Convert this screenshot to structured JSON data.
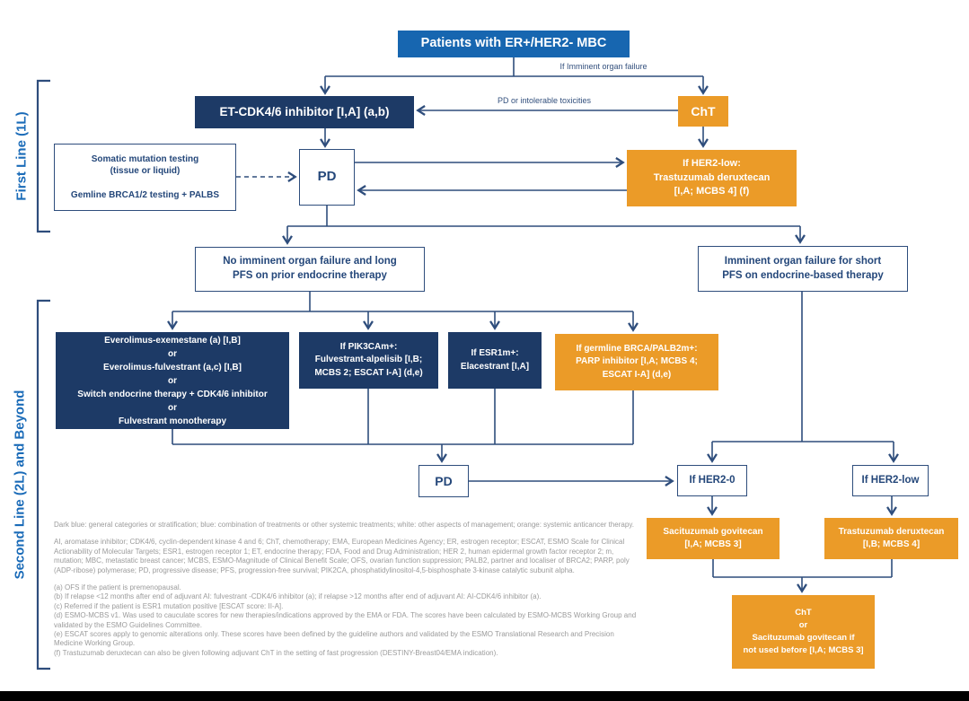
{
  "boxes": {
    "patients": "Patients with ER+/HER2- MBC",
    "et_cdk": "ET-CDK4/6 inhibitor [I,A] (a,b)",
    "cht": "ChT",
    "somatic": "Somatic mutation testing\n(tissue or liquid)\n\nGemline BRCA1/2 testing + PALBS",
    "pd1": "PD",
    "tdxd_1l": "If HER2-low:\nTrastuzumab deruxtecan\n[I,A; MCBS 4] (f)",
    "no_imminent": "No imminent organ failure and long\nPFS on prior endocrine therapy",
    "imminent": "Imminent organ failure for short\nPFS on endocrine-based therapy",
    "everolimus": "Everolimus-exemestane (a) [I,B]\nor\nEverolimus-fulvestrant (a,c) [I,B]\nor\nSwitch endocrine therapy + CDK4/6 inhibitor\nor\nFulvestrant monotherapy",
    "pik3ca": "If PIK3CAm+:\nFulvestrant-alpelisib [I,B;\nMCBS 2; ESCAT I-A] (d,e)",
    "esr1": "If ESR1m+:\nElacestrant [I,A]",
    "parp": "If germline BRCA/PALB2m+:\nPARP inhibitor [I,A; MCBS 4;\nESCAT I-A] (d,e)",
    "pd2": "PD",
    "her2_0": "If HER2-0",
    "her2_low": "If HER2-low",
    "sacituzumab": "Sacituzumab govitecan\n[I,A; MCBS 3]",
    "tdxd_2l": "Trastuzumab deruxtecan\n[I,B; MCBS 4]",
    "final": "ChT\nor\nSacituzumab govitecan if\nnot used before [I,A; MCBS 3]"
  },
  "labels": {
    "first_line": "First Line (1L)",
    "second_line": "Second Line (2L) and Beyond",
    "if_imminent": "If Imminent organ failure",
    "pd_toxicities": "PD or intolerable toxicities"
  },
  "footnotes": {
    "legend": "Dark blue: general categories or stratification; blue: combination of treatments or other systemic treatments; white: other aspects of management; orange: systemic anticancer therapy.",
    "abbreviations": "AI, aromatase inhibitor; CDK4/6, cyclin-dependent kinase 4 and 6; ChT, chemotherapy; EMA, European Medicines Agency; ER, estrogen receptor; ESCAT, ESMO Scale for Clinical Actionability of Molecular Targets; ESR1, estrogen receptor 1; ET, endocrine therapy; FDA, Food and Drug Administration; HER 2, human epidermal growth factor receptor 2; m, mutation; MBC, metastatic breast cancer; MCBS, ESMO-Magnitude of Clinical Benefit Scale; OFS, ovarian function suppression; PALB2, partner and localiser of BRCA2; PARP, poly (ADP-ribose) polymerase; PD, progressive disease;  PFS, progression-free survival; PIK2CA, phosphatidylinositol-4,5-bisphosphate 3-kinase catalytic subunit alpha.",
    "notes": [
      "(a) OFS if the patient is premenopausal.",
      "(b) If relapse <12 months after end of adjuvant AI: fulvestrant -CDK4/6 inhibitor (a); if relapse >12 months after end of adjuvant AI: AI-CDK4/6 inhibitor (a).",
      "(c) Referred if the patient is ESR1 mutation positive [ESCAT score: II-A].",
      "(d) ESMO-MCBS v1. Was used to cauculate scores for new therapies/indications approved by the EMA or FDA. The scores have been calculated by ESMO-MCBS Working Group and validated by the ESMO Guidelines Committee.",
      "(e) ESCAT scores apply to genomic alterations only. These scores have been defined by the guideline authors and validated by the ESMO Translational Research and Precision Medicine Working Group.",
      "(f) Trastuzumab deruxtecan can also be given following adjuvant ChT in the setting of fast progression (DESTINY-Breast04/EMA indication)."
    ]
  },
  "colors": {
    "dark_blue": "#1d3a66",
    "blue": "#1766b0",
    "orange": "#eb9b28",
    "line": "#2e4d7c",
    "footnote_gray": "#9b9b9b"
  }
}
